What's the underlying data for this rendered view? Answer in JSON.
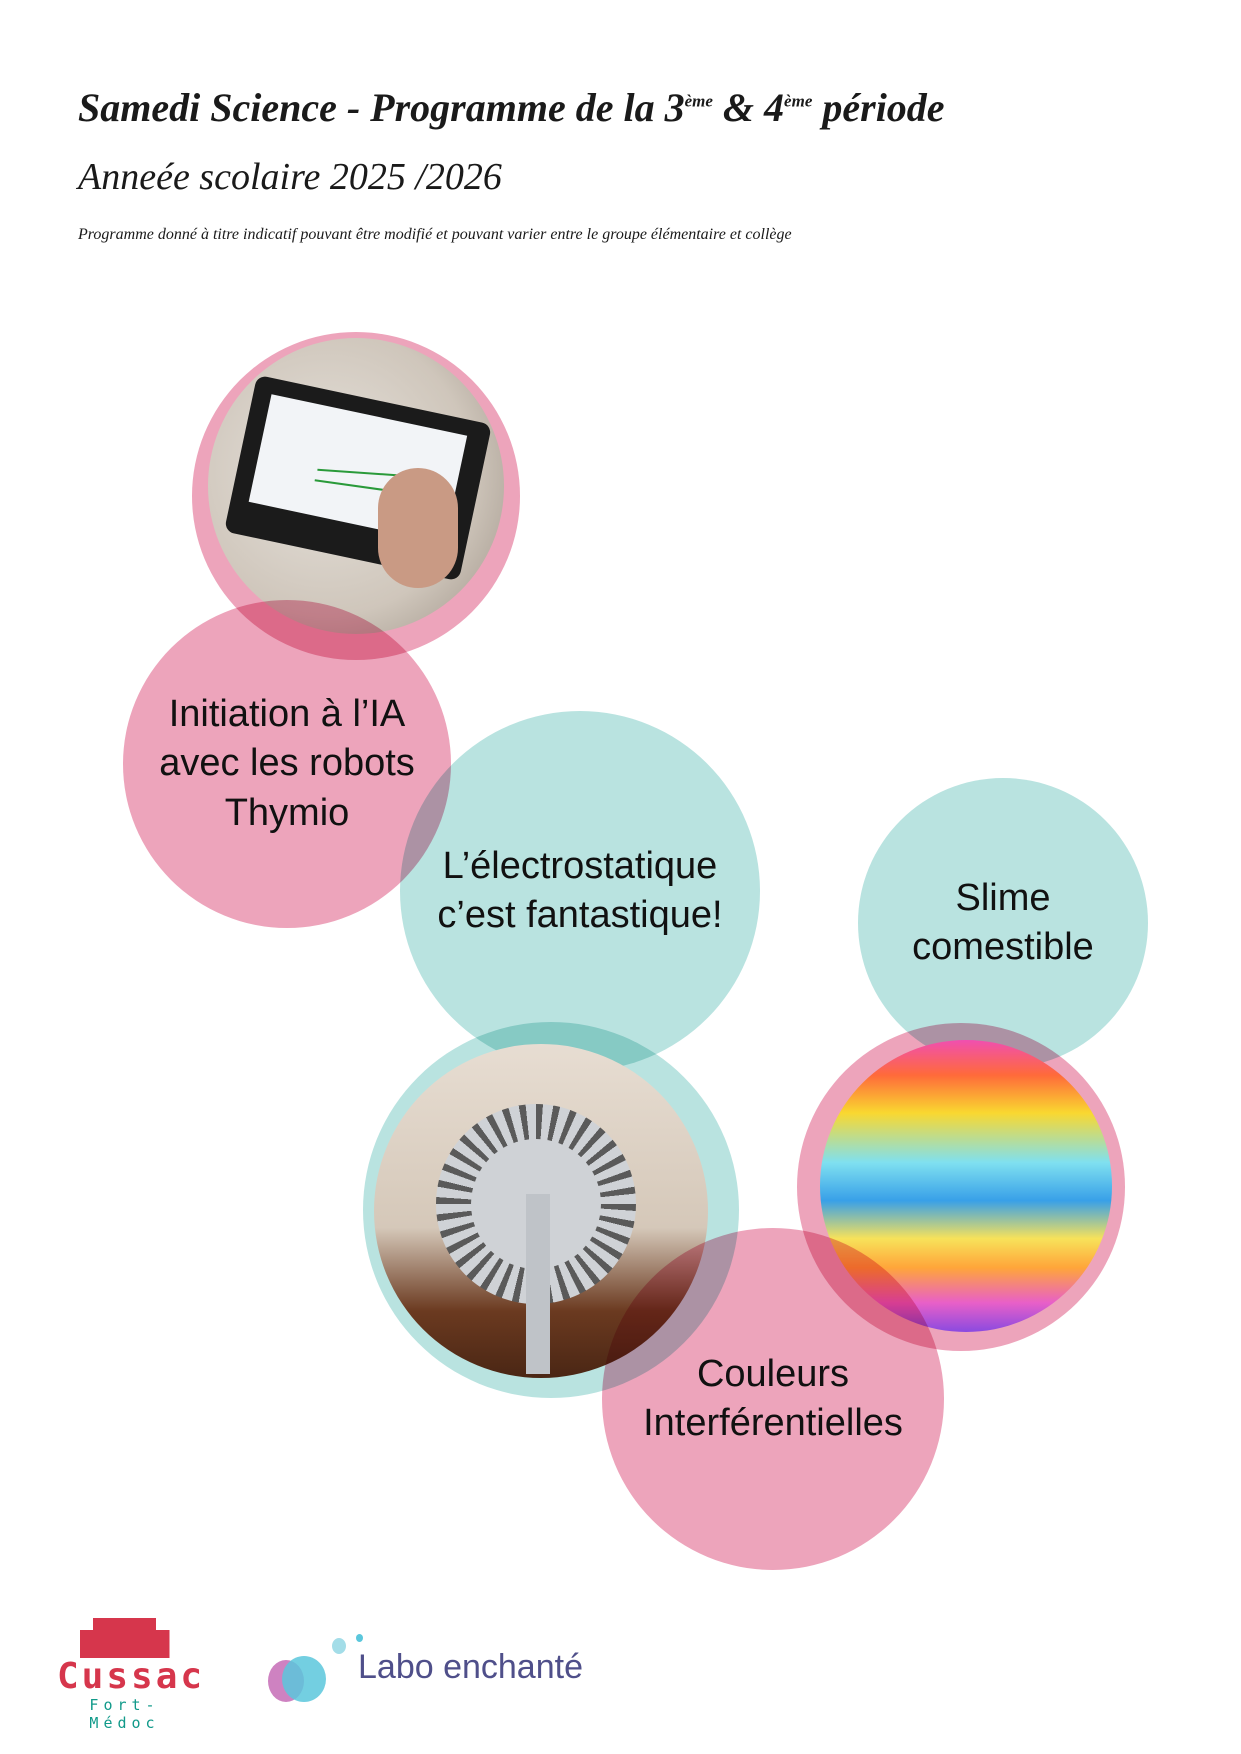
{
  "header": {
    "title_main": "Samedi Science - Programme de la 3",
    "sup1": "ème",
    "title_mid": " & 4",
    "sup2": "ème",
    "title_end": " période",
    "subtitle": "Anneée scolaire 2025 /2026",
    "note": "Programme donné à titre indicatif pouvant être modifié et pouvant varier entre le groupe élémentaire et collège"
  },
  "activities": [
    {
      "label": "Initiation à l’IA\navec les robots\nThymio"
    },
    {
      "label": "L’électrostatique\nc’est fantastique!"
    },
    {
      "label": "Slime\ncomestible"
    },
    {
      "label": "Couleurs\nInterférentielles"
    }
  ],
  "logos": {
    "cussac": "Cussac",
    "cussac_sub": "Fort-Médoc",
    "labo": "Labo enchanté"
  },
  "colors": {
    "pink": "#eda4bb",
    "teal": "#b9e3e0",
    "cussac_red": "#d6364c",
    "cussac_teal": "#119a8a",
    "labo_text": "#4f4f8a"
  }
}
